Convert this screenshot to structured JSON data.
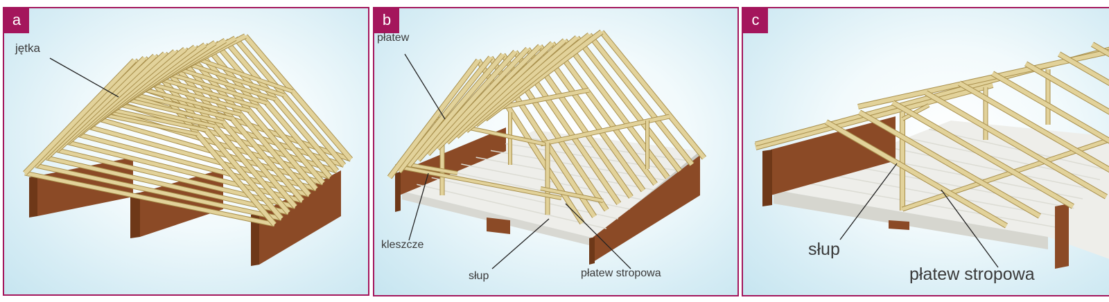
{
  "panels": [
    {
      "badge": "a",
      "labels": {
        "jetka": "jętka"
      }
    },
    {
      "badge": "b",
      "labels": {
        "platew": "płatew",
        "kleszcze": "kleszcze",
        "slup": "słup",
        "platew_stropowa": "płatew stropowa"
      }
    },
    {
      "badge": "c",
      "labels": {
        "slup": "słup",
        "platew_stropowa": "płatew stropowa"
      }
    }
  ],
  "colors": {
    "frame": "#a4165c",
    "timber": "#e2d29a",
    "timber_edge": "#a88f4c",
    "wall": "#8b4a26",
    "slab": "#eeeeea",
    "label": "#3a3a3a"
  }
}
